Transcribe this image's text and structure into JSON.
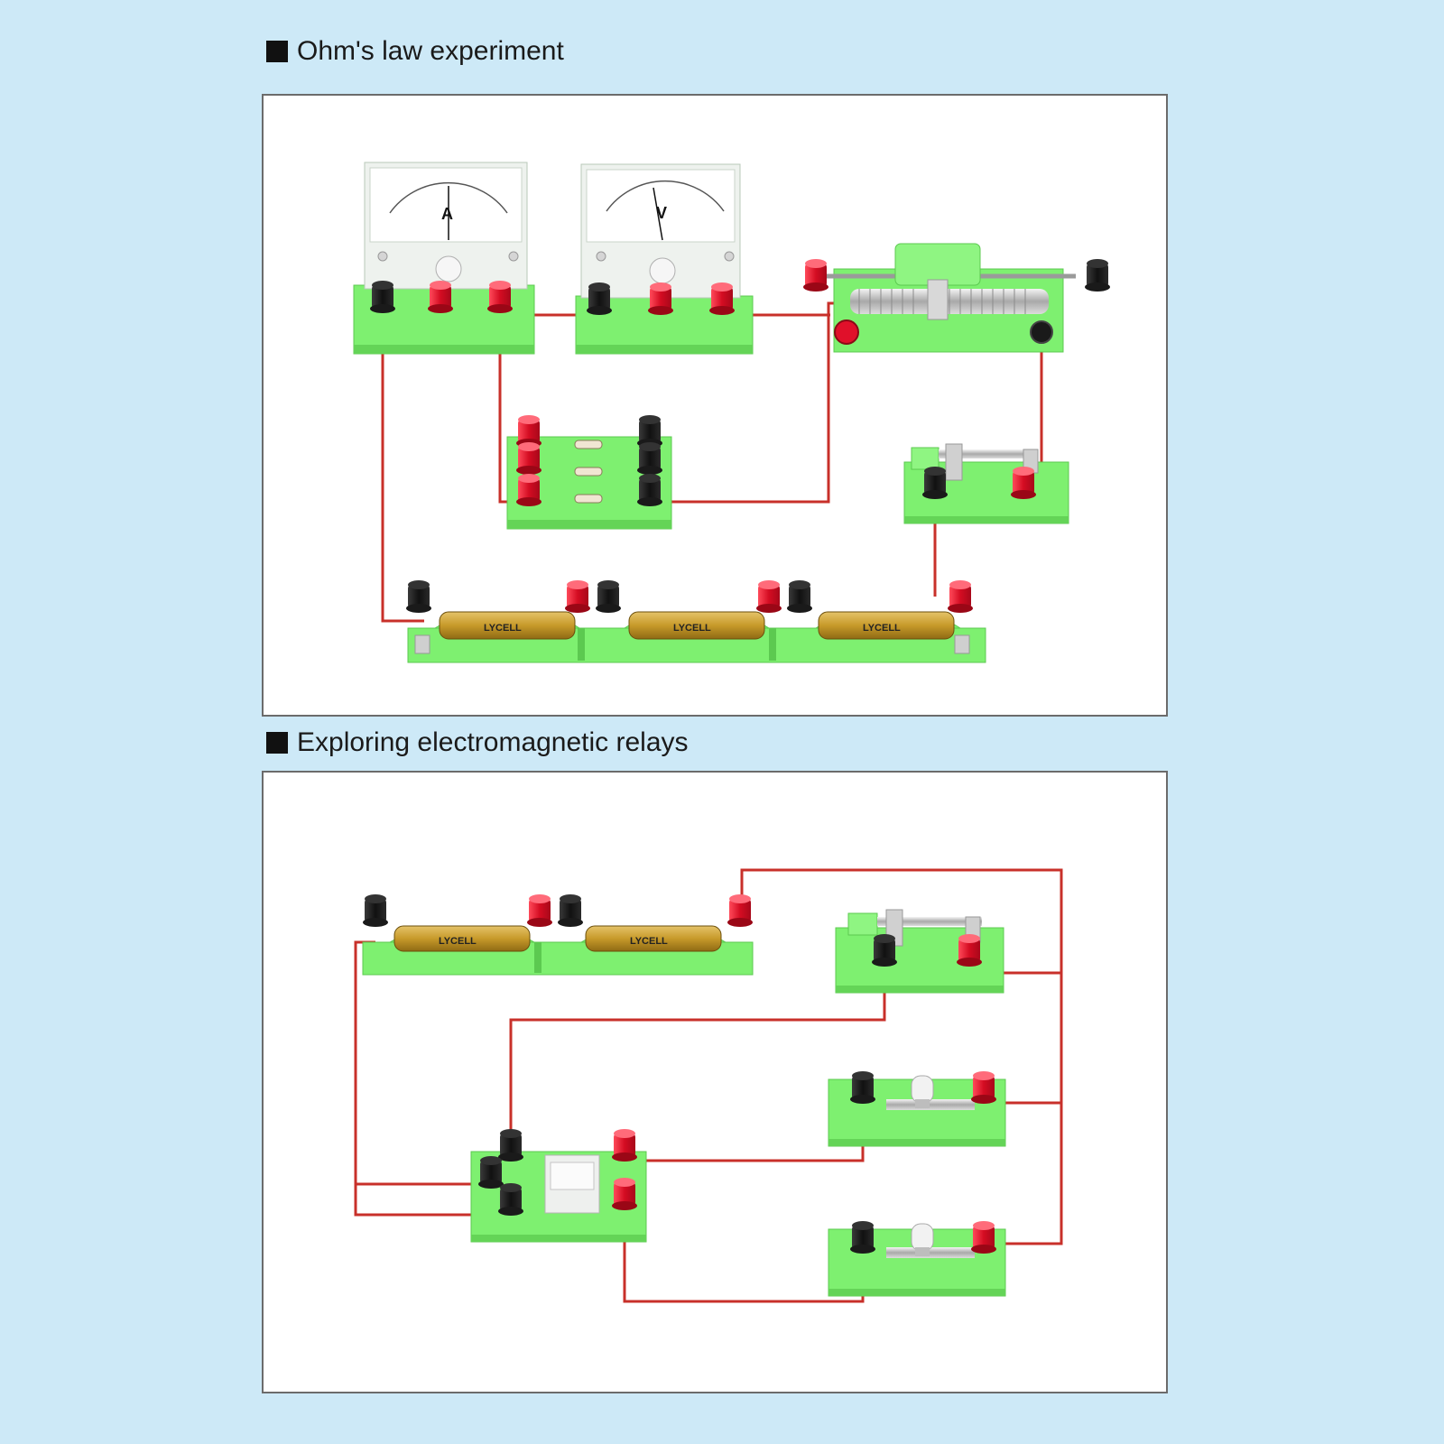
{
  "sections": [
    {
      "title": "Ohm's law experiment"
    },
    {
      "title": "Exploring electromagnetic relays"
    }
  ],
  "meters": {
    "ammeter_symbol": "A",
    "voltmeter_symbol": "V"
  },
  "battery_label": "LYCELL",
  "colors": {
    "background": "#cde9f7",
    "module_green": "#7ef070",
    "wire_red": "#c8302a",
    "terminal_red": "#e0102a",
    "terminal_black": "#151515",
    "battery_gold": "#c79a2a"
  }
}
